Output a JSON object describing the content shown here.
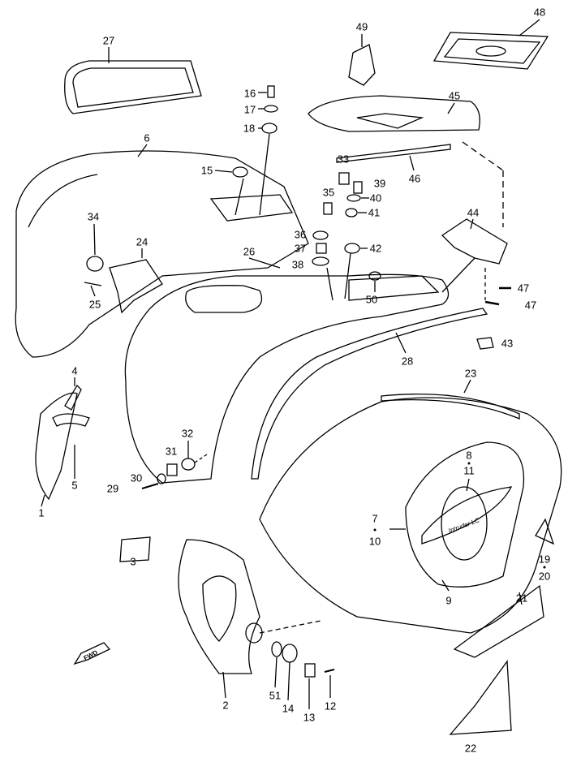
{
  "callouts": {
    "c1": "1",
    "c2": "2",
    "c3": "3",
    "c4": "4",
    "c5": "5",
    "c6": "6",
    "c7": "7",
    "c8": "8",
    "c9": "9",
    "c10": "10",
    "c11": "11",
    "c12": "12",
    "c13": "13",
    "c14": "14",
    "c15": "15",
    "c16": "16",
    "c17": "17",
    "c18": "18",
    "c19": "19",
    "c20": "20",
    "c21": "21",
    "c22": "22",
    "c23": "23",
    "c24": "24",
    "c25": "25",
    "c26": "26",
    "c27": "27",
    "c28": "28",
    "c29": "29",
    "c30": "30",
    "c31": "31",
    "c32": "32",
    "c33": "33",
    "c34": "34",
    "c35": "35",
    "c36": "36",
    "c37": "37",
    "c38": "38",
    "c39": "39",
    "c40": "40",
    "c41": "41",
    "c42": "42",
    "c43": "43",
    "c44": "44",
    "c45": "45",
    "c46": "46",
    "c47a": "47",
    "c47b": "47",
    "c48": "48",
    "c49": "49",
    "c50": "50",
    "c51": "51"
  },
  "fwd_arrow": "FWD",
  "emblem_text": "Intruder LC"
}
